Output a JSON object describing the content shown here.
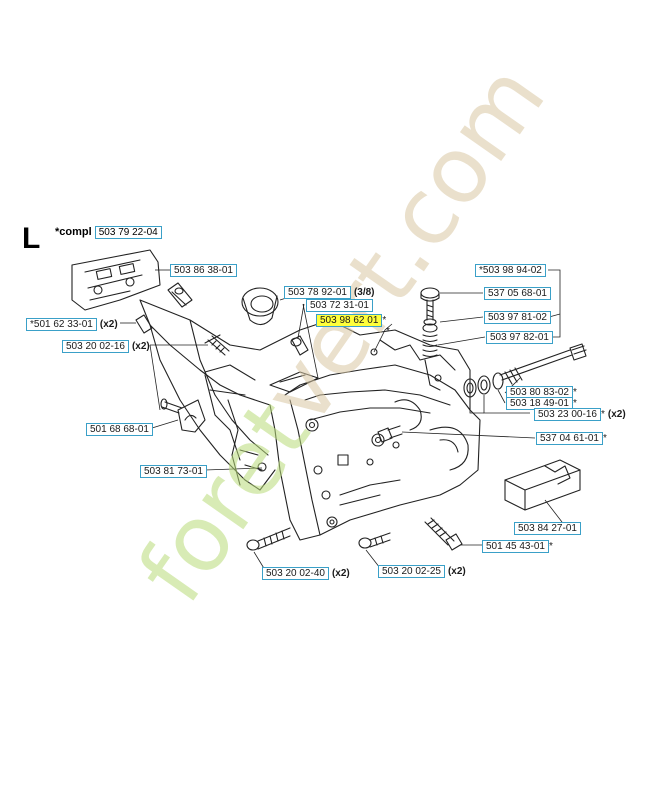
{
  "section_letter": "L",
  "compl_label": "*compl",
  "compl_part": "503 79 22-04",
  "labels": [
    {
      "id": "p1",
      "part": "503 86 38-01",
      "qty": ""
    },
    {
      "id": "p2",
      "part": "501 62 33-01",
      "prefix": "*",
      "qty": "(x2)"
    },
    {
      "id": "p3",
      "part": "503 20 02-16",
      "qty": "(x2)"
    },
    {
      "id": "p4",
      "part": "501 68 68-01",
      "qty": ""
    },
    {
      "id": "p5",
      "part": "503 81 73-01",
      "qty": ""
    },
    {
      "id": "p6",
      "part": "503 78 92-01",
      "qty": "(3/8)"
    },
    {
      "id": "p7",
      "part": "503 72 31-01",
      "qty": ""
    },
    {
      "id": "p8",
      "part": "503 98 62 01",
      "suffix": "*",
      "qty": ""
    },
    {
      "id": "p9",
      "part": "503 98 94-02",
      "prefix": "*",
      "qty": ""
    },
    {
      "id": "p10",
      "part": "537 05 68-01",
      "qty": ""
    },
    {
      "id": "p11",
      "part": "503 97 81-02",
      "qty": ""
    },
    {
      "id": "p12",
      "part": "503 97 82-01",
      "qty": ""
    },
    {
      "id": "p13",
      "part": "503 80 83-02",
      "suffix": "*",
      "qty": ""
    },
    {
      "id": "p14",
      "part": "503 18 49-01",
      "suffix": "*",
      "qty": ""
    },
    {
      "id": "p15",
      "part": "503 23 00-16",
      "suffix": "*",
      "qty": "(x2)"
    },
    {
      "id": "p16",
      "part": "537 04 61-01",
      "suffix": "*",
      "qty": ""
    },
    {
      "id": "p17",
      "part": "503 84 27-01",
      "qty": ""
    },
    {
      "id": "p18",
      "part": "501 45 43-01",
      "suffix": "*",
      "qty": ""
    },
    {
      "id": "p19",
      "part": "503 20 02-40",
      "qty": "(x2)"
    },
    {
      "id": "p20",
      "part": "503 20 02-25",
      "qty": "(x2)"
    }
  ],
  "asterisk_marker": "*",
  "watermark": {
    "brand": "foret",
    "brand_accent": "vert",
    "domain": ".com",
    "color_green": "#b9dc7a",
    "color_tan": "#d9c8a4"
  },
  "colors": {
    "label_border": "#3aa0c8",
    "highlight": "#ffff3a",
    "line": "#222222"
  }
}
